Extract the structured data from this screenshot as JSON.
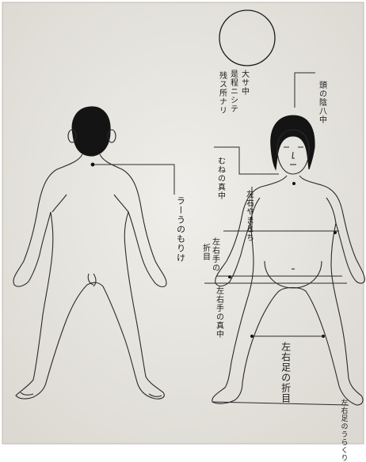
{
  "annotations": {
    "circle_note": [
      "大サ中",
      "是程ニシテ",
      "残ス所ナリ"
    ],
    "head_crown": "頭の陰八中",
    "back_spine": "ラーうのもりけ",
    "shoulder": "むねの真中",
    "chest": "左右やまとち",
    "waist_left": [
      "左右手の",
      "折目"
    ],
    "hips": "左右手の真中",
    "legs": "左右足の折目",
    "feet": "左右足のうらくり"
  },
  "colors": {
    "paper": "#ebe9e4",
    "ink": "#1b1b1b",
    "hair": "#111111"
  }
}
